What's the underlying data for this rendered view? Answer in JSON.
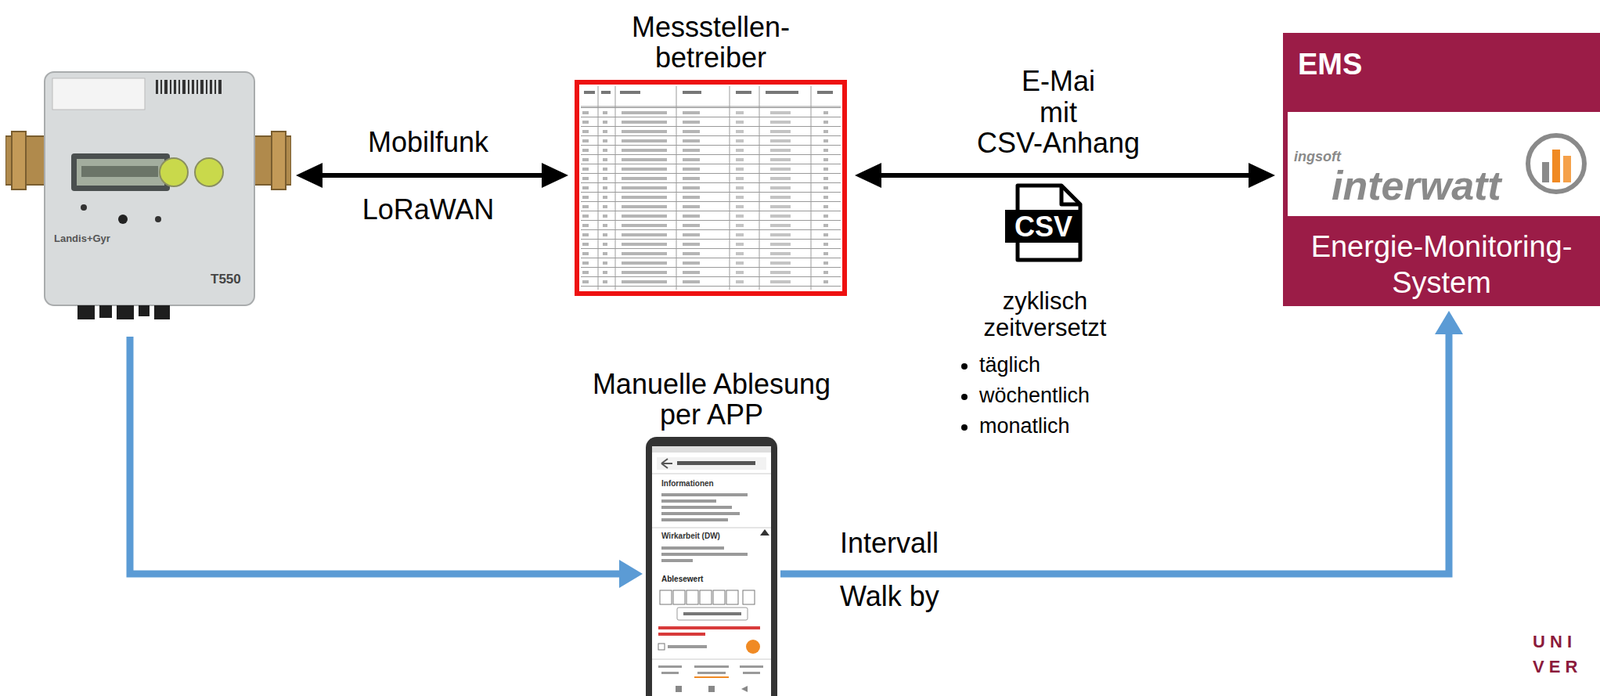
{
  "diagram": {
    "nodes": [
      {
        "text": [
          "Landis+Gyr",
          "T550"
        ]
      },
      {
        "text": [
          "Messstellen- betreiber"
        ]
      },
      {
        "text": [
          "EMS",
          "Energie-Monitoring- System"
        ]
      },
      {
        "text": [
          "ingsoft",
          "interwatt"
        ],
        "in": 2
      },
      {
        "text": [
          "Manuelle Ablesung per APP"
        ]
      }
    ],
    "edges": [
      {
        "from": 0,
        "to": 1,
        "arrow": "both",
        "label": "Mobilfunk"
      },
      {
        "from": 1,
        "to": 2,
        "arrow": "both",
        "label": "E-Mai mit CSV-Anhang"
      },
      {
        "from": 0,
        "to": 4,
        "arrow": "to"
      },
      {
        "from": 4,
        "to": 2,
        "arrow": "to",
        "label": "Intervall"
      }
    ],
    "labels": [
      "LoRaWAN",
      "CSV",
      "zyklisch zeitversetzt",
      "täglich",
      "wöchentlich",
      "monatlich",
      "Walk by",
      "Informationen",
      "Wirkarbeit (DW)",
      "Ablesewert",
      "U N I",
      "V E R"
    ]
  }
}
